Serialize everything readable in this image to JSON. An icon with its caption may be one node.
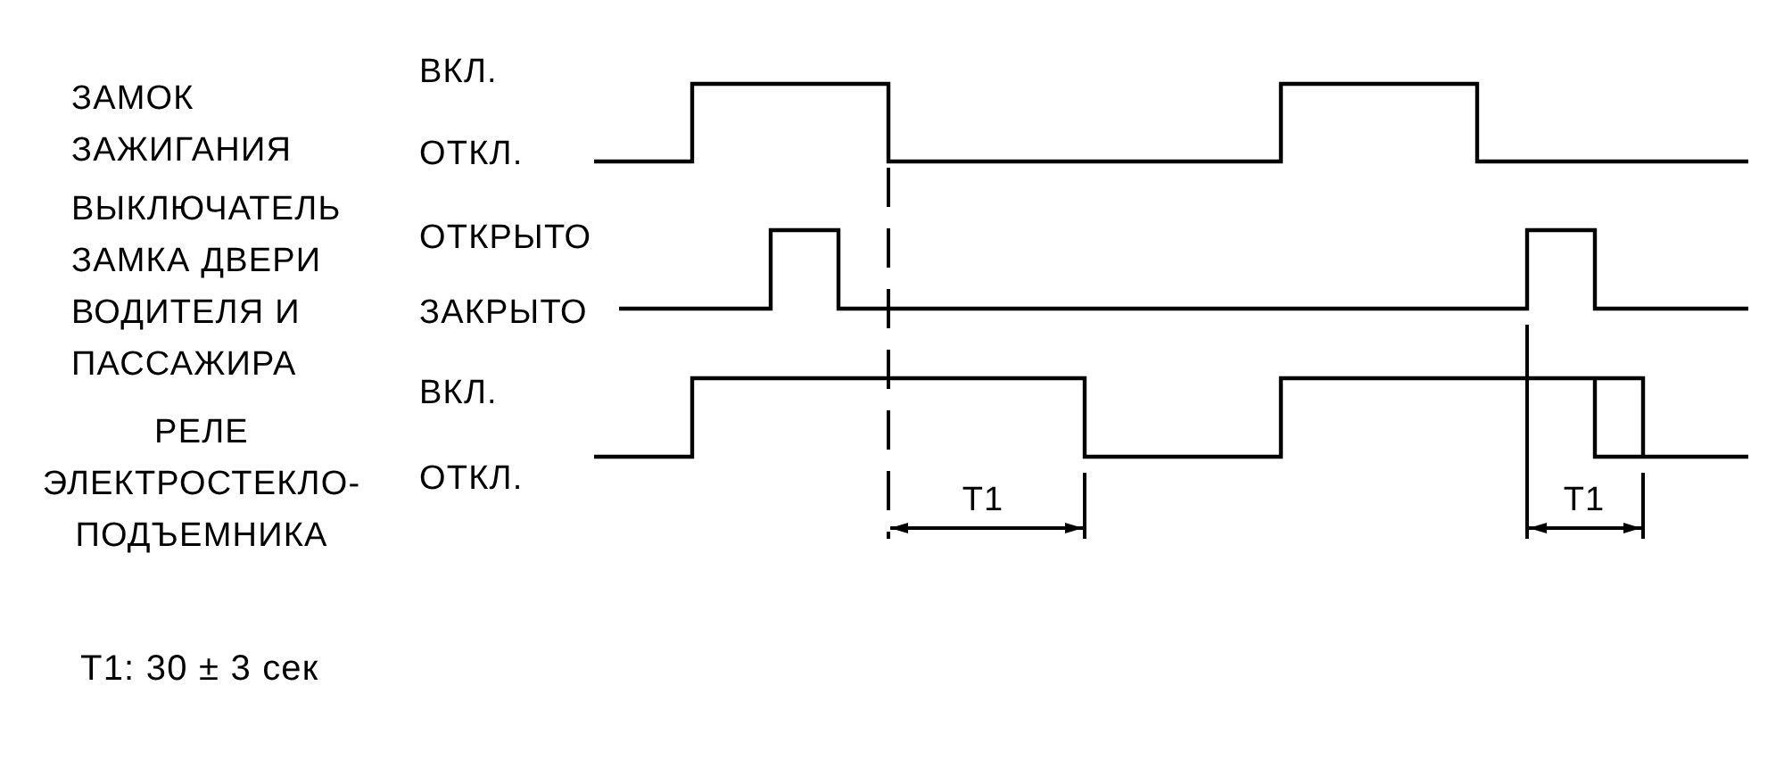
{
  "diagram": {
    "labels": [
      "ЗАМОК ЗАЖИГАНИЯ",
      "ВКЛ.",
      "ОТКЛ.",
      "ВЫКЛЮЧАТЕЛЬ ЗАМКА ДВЕРИ ВОДИТЕЛЯ И ПАССАЖИРА",
      "ОТКРЫТО",
      "ЗАКРЫТО",
      "РЕЛЕ ЭЛЕКТРОСТЕКЛО- ПОДЪЕМНИКА",
      "ВКЛ.",
      "ОТКЛ.",
      "T1",
      "T1",
      "T1: 30 ± 3 сек"
    ]
  }
}
